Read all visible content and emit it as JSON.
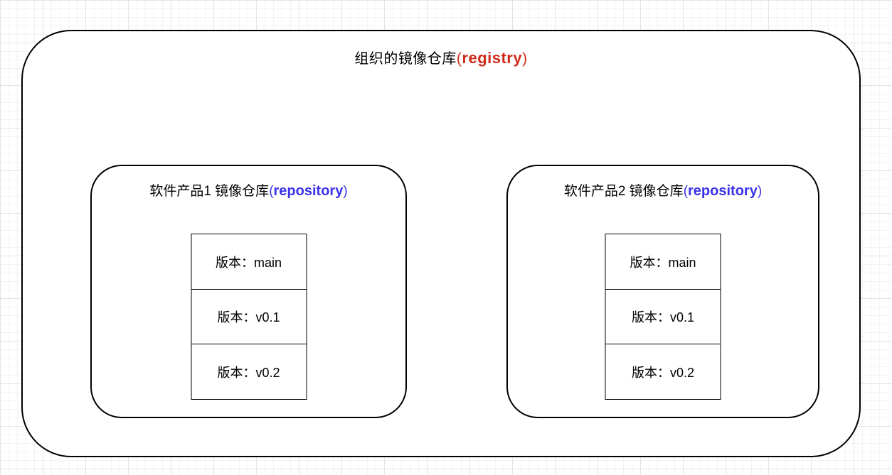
{
  "registry": {
    "title_prefix": "组织的镜像仓库",
    "paren_open": "(",
    "keyword": "registry",
    "paren_close": ")",
    "keyword_color": "#d02a1a"
  },
  "repository_keyword_color": "#3a32e8",
  "repositories": [
    {
      "title_prefix": "软件产品1 镜像仓库",
      "paren_open": "(",
      "keyword": "repository",
      "paren_close": ")",
      "versions": [
        {
          "label": "版本：main"
        },
        {
          "label": "版本：v0.1"
        },
        {
          "label": "版本：v0.2"
        }
      ]
    },
    {
      "title_prefix": "软件产品2 镜像仓库",
      "paren_open": "(",
      "keyword": "repository",
      "paren_close": ")",
      "versions": [
        {
          "label": "版本：main"
        },
        {
          "label": "版本：v0.1"
        },
        {
          "label": "版本：v0.2"
        }
      ]
    }
  ]
}
